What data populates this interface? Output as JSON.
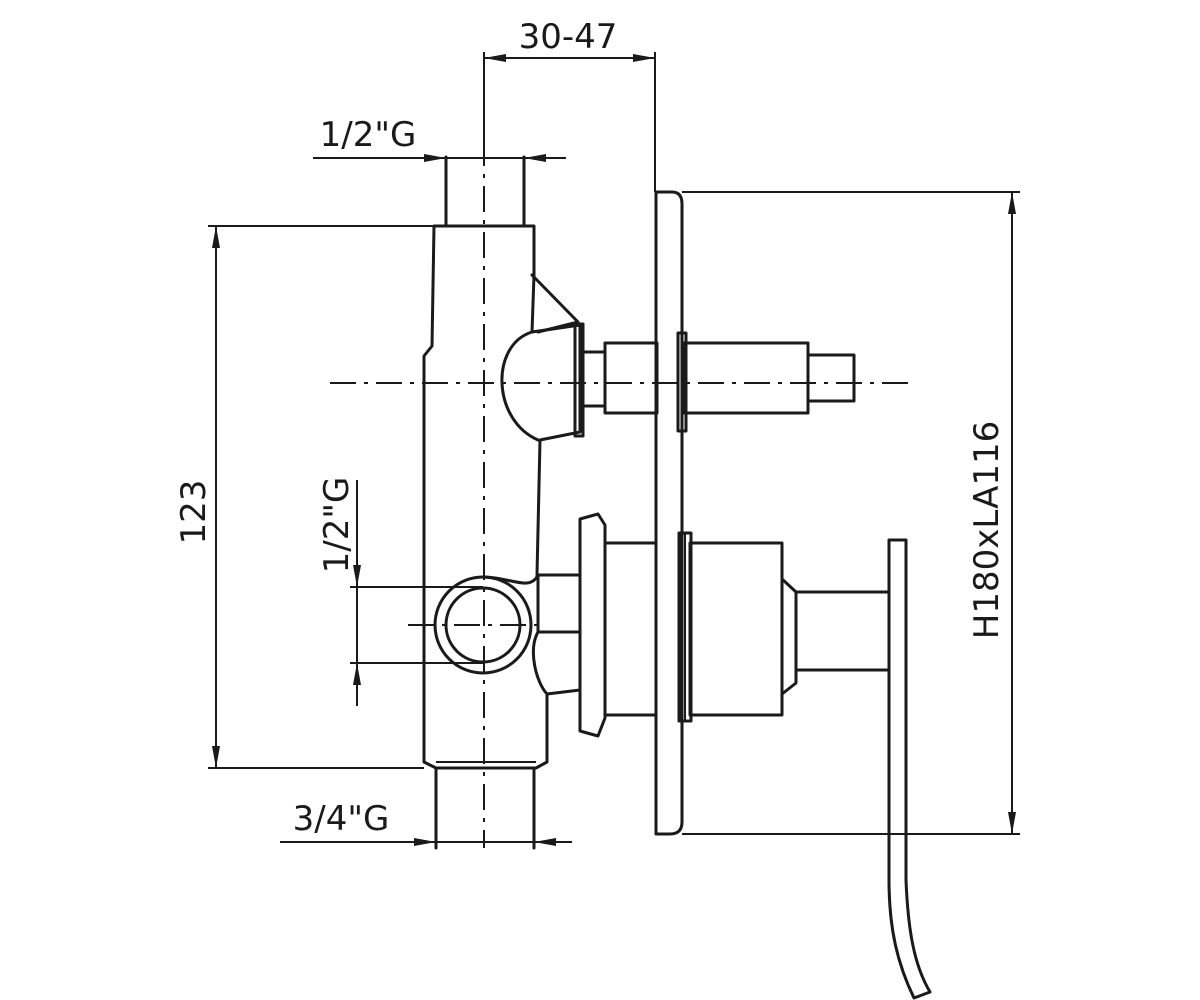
{
  "dimensions": {
    "top_depth": "30-47",
    "inlet_top": "1/2\"G",
    "height_body": "123",
    "side_outlet": "1/2\"G",
    "bottom_outlet": "3/4\"G",
    "plate_size": "H180xLA116"
  }
}
